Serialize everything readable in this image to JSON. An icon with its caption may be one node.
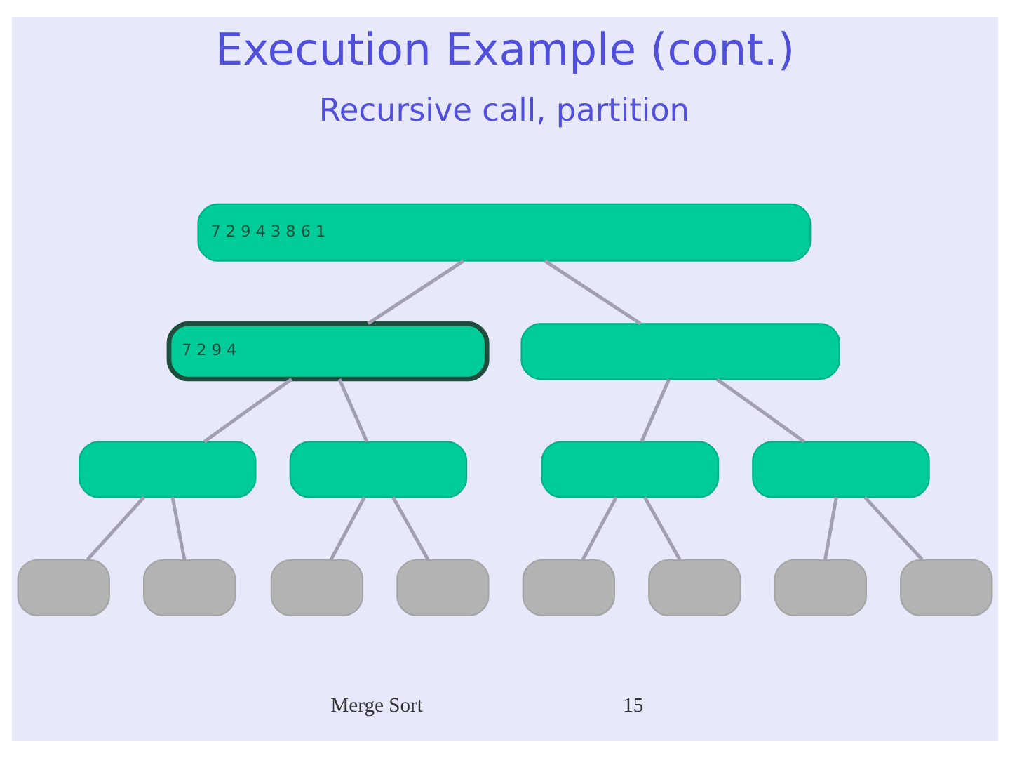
{
  "diagram": {
    "title": "Execution Example (cont.)",
    "nodes": [
      {
        "text": [
          "7 2 9 4 3 8 6 1"
        ]
      },
      {
        "text": [
          "7 2 9 4"
        ]
      },
      {
        "text": [],
        "shape": "box"
      },
      {
        "text": [],
        "shape": "box"
      },
      {
        "text": [],
        "shape": "box"
      },
      {
        "text": [],
        "shape": "box"
      },
      {
        "text": [],
        "shape": "box"
      },
      {
        "text": [],
        "shape": "box"
      },
      {
        "text": [],
        "shape": "box"
      },
      {
        "text": [],
        "shape": "box"
      },
      {
        "text": [],
        "shape": "box"
      },
      {
        "text": [],
        "shape": "box"
      },
      {
        "text": [],
        "shape": "box"
      },
      {
        "text": [],
        "shape": "box"
      },
      {
        "text": [],
        "shape": "box"
      }
    ],
    "edges": [
      {
        "from": 0,
        "to": 1,
        "arrow": "none"
      },
      {
        "from": 0,
        "to": 2,
        "arrow": "none"
      },
      {
        "from": 1,
        "to": 3,
        "arrow": "none"
      },
      {
        "from": 1,
        "to": 4,
        "arrow": "none"
      },
      {
        "from": 2,
        "to": 5,
        "arrow": "none"
      },
      {
        "from": 2,
        "to": 6,
        "arrow": "none"
      },
      {
        "from": 3,
        "to": 7,
        "arrow": "none"
      },
      {
        "from": 3,
        "to": 8,
        "arrow": "none"
      },
      {
        "from": 4,
        "to": 9,
        "arrow": "none"
      },
      {
        "from": 4,
        "to": 10,
        "arrow": "none"
      },
      {
        "from": 5,
        "to": 11,
        "arrow": "none"
      },
      {
        "from": 5,
        "to": 12,
        "arrow": "none"
      },
      {
        "from": 6,
        "to": 13,
        "arrow": "none"
      },
      {
        "from": 6,
        "to": 14,
        "arrow": "none"
      }
    ],
    "labels": [
      "Recursive call, partition",
      "Merge Sort",
      "15"
    ]
  }
}
